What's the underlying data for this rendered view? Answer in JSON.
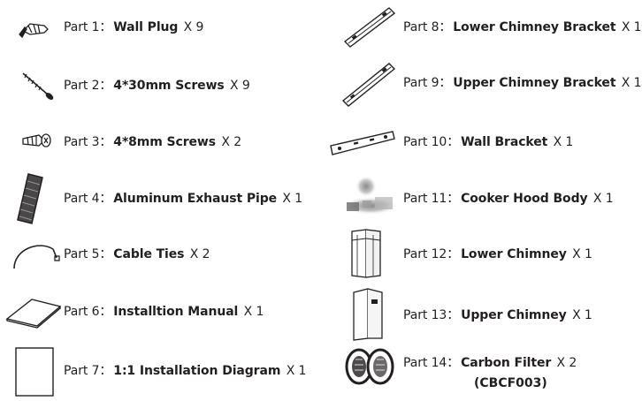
{
  "parts": [
    {
      "part": "Part 1：",
      "name": "Wall Plug",
      "qty": "X 9",
      "icon": "wall-plug-icon"
    },
    {
      "part": "Part 2：",
      "name": "4*30mm Screws",
      "qty": "X 9",
      "icon": "long-screw-icon"
    },
    {
      "part": "Part 3：",
      "name": "4*8mm Screws",
      "qty": "X 2",
      "icon": "short-screw-icon"
    },
    {
      "part": "Part 4：",
      "name": "Aluminum Exhaust Pipe",
      "qty": "X 1",
      "icon": "exhaust-pipe-icon"
    },
    {
      "part": "Part 5：",
      "name": "Cable Ties",
      "qty": "X 2",
      "icon": "cable-tie-icon"
    },
    {
      "part": "Part 6：",
      "name": "Installtion Manual",
      "qty": "X 1",
      "icon": "manual-icon"
    },
    {
      "part": "Part 7：",
      "name": "1:1 Installation Diagram",
      "qty": "X 1",
      "icon": "diagram-sheet-icon"
    },
    {
      "part": "Part 8：",
      "name": "Lower Chimney Bracket",
      "qty": "X 1",
      "icon": "lower-bracket-icon"
    },
    {
      "part": "Part 9：",
      "name": "Upper Chimney Bracket",
      "qty": "X 1",
      "icon": "upper-bracket-icon"
    },
    {
      "part": "Part 10：",
      "name": "Wall Bracket",
      "qty": "X 1",
      "icon": "wall-bracket-icon"
    },
    {
      "part": "Part 11：",
      "name": "Cooker Hood Body",
      "qty": "X 1",
      "icon": "hood-body-icon"
    },
    {
      "part": "Part 12：",
      "name": "Lower Chimney",
      "qty": "X 1",
      "icon": "lower-chimney-icon"
    },
    {
      "part": "Part 13：",
      "name": "Upper Chimney",
      "qty": "X 1",
      "icon": "upper-chimney-icon"
    },
    {
      "part": "Part 14：",
      "name": "Carbon Filter",
      "qty": "X 2",
      "icon": "carbon-filter-icon",
      "note": "(CBCF003)"
    }
  ]
}
